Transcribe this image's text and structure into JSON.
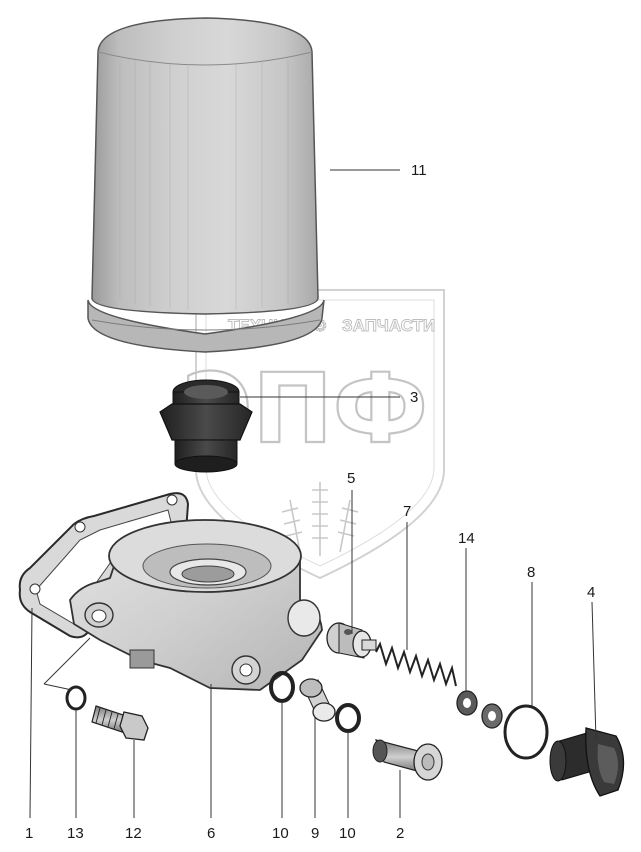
{
  "watermark": {
    "left_word": "ТЕХНИКА",
    "right_word": "ЗАПЧАСТИ",
    "brand": "ЭПФ"
  },
  "callouts": {
    "c11": "11",
    "c3": "3",
    "c5": "5",
    "c7": "7",
    "c14": "14",
    "c8": "8",
    "c4": "4",
    "c1": "1",
    "c13": "13",
    "c12": "12",
    "c6": "6",
    "c10a": "10",
    "c9": "9",
    "c10b": "10",
    "c2": "2"
  }
}
